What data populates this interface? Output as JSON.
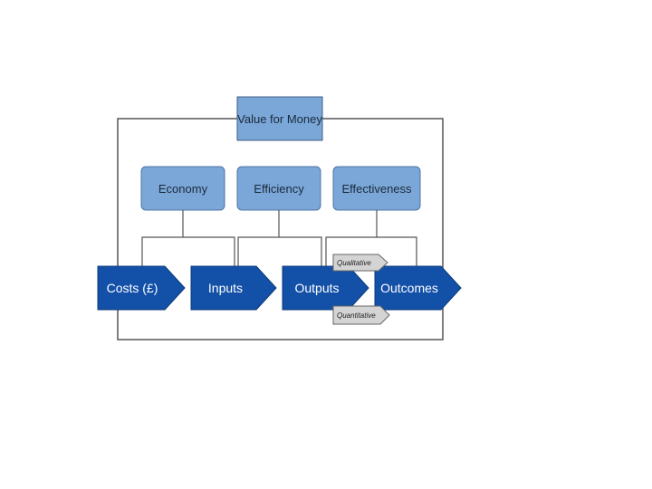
{
  "title": "Value for Money",
  "categories": [
    "Economy",
    "Efficiency",
    "Effectiveness"
  ],
  "stages": [
    "Costs (£)",
    "Inputs",
    "Outputs",
    "Outcomes"
  ],
  "tags": {
    "upper": "Qualitative",
    "lower": "Quantitative"
  },
  "colors": {
    "box": "#7aa7d8",
    "arrow": "#1350a8",
    "tag": "#d4d4d4",
    "line": "#555555"
  }
}
